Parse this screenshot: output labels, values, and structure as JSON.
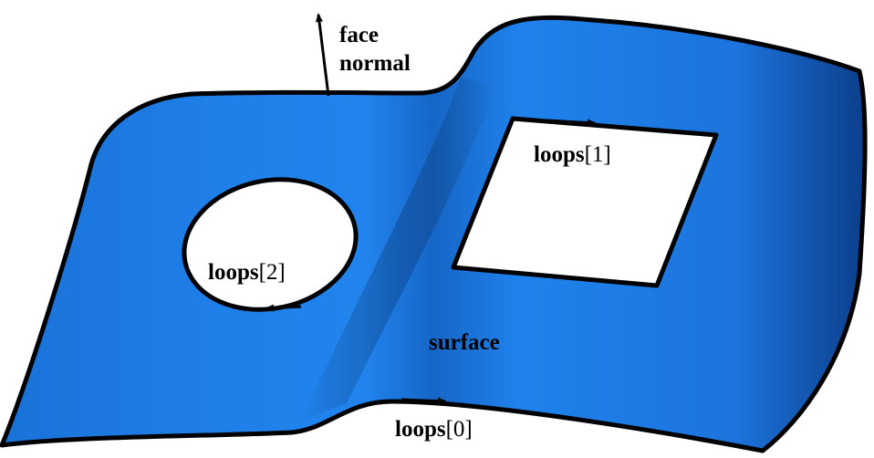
{
  "labels": {
    "face_normal_line1": "face",
    "face_normal_line2": "normal",
    "loop1_word": "loops",
    "loop1_index": "[1]",
    "loop2_word": "loops",
    "loop2_index": "[2]",
    "loop0_word": "loops",
    "loop0_index": "[0]",
    "surface": "surface"
  },
  "colors": {
    "surface_dark": "#0b3f8c",
    "surface_main": "#1f7fe6",
    "surface_light": "#2a8ef5",
    "outline": "#000000",
    "hole_fill": "#ffffff"
  }
}
